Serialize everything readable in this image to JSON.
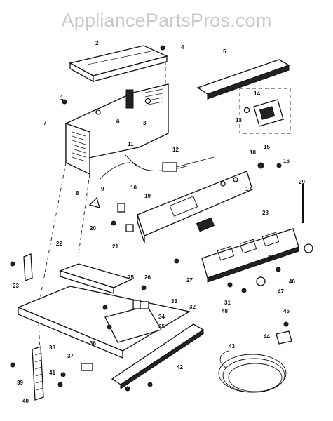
{
  "watermark": "AppliancePartsPros.com",
  "callouts": [
    "1",
    "2",
    "3",
    "4",
    "5",
    "6",
    "7",
    "8",
    "9",
    "10",
    "11",
    "12",
    "13",
    "14",
    "15",
    "16",
    "17",
    "18",
    "19",
    "20",
    "21",
    "22",
    "23",
    "25",
    "26",
    "27",
    "28",
    "29",
    "30",
    "31",
    "32",
    "33",
    "34",
    "35",
    "36",
    "37",
    "38",
    "39",
    "40",
    "41",
    "42",
    "43",
    "44",
    "45",
    "46",
    "47",
    "48"
  ]
}
